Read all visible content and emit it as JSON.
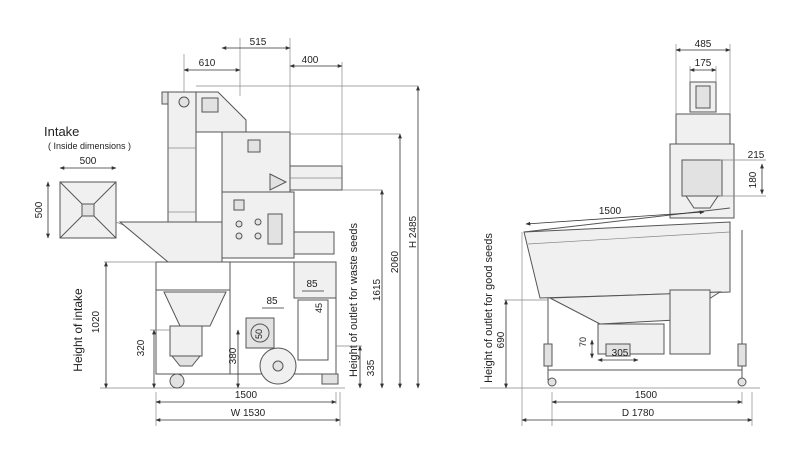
{
  "intake": {
    "title": "Intake",
    "subtitle": "( Inside dimensions )",
    "width": "500",
    "height": "500"
  },
  "front": {
    "top_610": "610",
    "top_515": "515",
    "top_400": "400",
    "h_2485": "H 2485",
    "h_2060": "2060",
    "h_1615": "1615",
    "h_335": "335",
    "waste_label": "Height of outlet for waste seeds",
    "intake_height_label": "Height of intake",
    "intake_height": "1020",
    "h_320": "320",
    "h_380": "380",
    "d_85a": "85",
    "d_85b": "85",
    "d_50": "50",
    "d_45": "45",
    "width_1500": "1500",
    "width_total": "W 1530"
  },
  "side": {
    "top_485": "485",
    "top_175": "175",
    "d_215": "215",
    "d_180": "180",
    "len_1500": "1500",
    "good_label": "Height of outlet for good seeds",
    "h_690": "690",
    "h_70": "70",
    "d_305": "305",
    "width_1500": "1500",
    "depth_total": "D 1780"
  },
  "colors": {
    "line": "#555555",
    "fill": "#f0f0f0",
    "dimension": "#333333"
  }
}
